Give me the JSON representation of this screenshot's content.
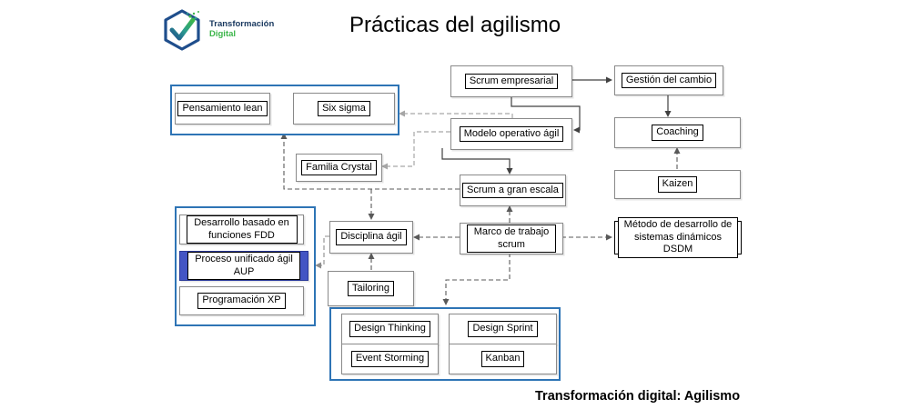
{
  "title": "Prácticas del agilismo",
  "caption": "Transformación digital: Agilismo",
  "logo": {
    "line1": "Transformación",
    "line2": "Digital"
  },
  "nodes": {
    "scrum_empresarial": "Scrum empresarial",
    "gestion_cambio": "Gestión del cambio",
    "modelo_operativo": "Modelo operativo ágil",
    "coaching": "Coaching",
    "kaizen": "Kaizen",
    "pensamiento_lean": "Pensamiento lean",
    "six_sigma": "Six sigma",
    "familia_crystal": "Familia Crystal",
    "scrum_gran_escala": "Scrum a gran escala",
    "disciplina_agil": "Disciplina ágil",
    "marco_trabajo": "Marco de trabajo scrum",
    "dsdm": "Método de desarrollo de sistemas dinámicos DSDM",
    "fdd": "Desarrollo basado en funciones FDD",
    "aup": "Proceso unificado ágil AUP",
    "xp": "Programación XP",
    "tailoring": "Tailoring",
    "design_thinking": "Design Thinking",
    "design_sprint": "Design Sprint",
    "event_storming": "Event Storming",
    "kanban": "Kanban"
  },
  "colors": {
    "container_border": "#2e74b5",
    "aup_fill": "#4355c4",
    "box_border": "#898989",
    "inner_border": "#000000",
    "connector_solid": "#404040",
    "connector_dashed_dark": "#595959",
    "connector_dashed_light": "#a6a6a6",
    "logo_blue": "#1f4e8c",
    "logo_dark_text": "#17375e",
    "logo_green": "#3cb54a"
  }
}
